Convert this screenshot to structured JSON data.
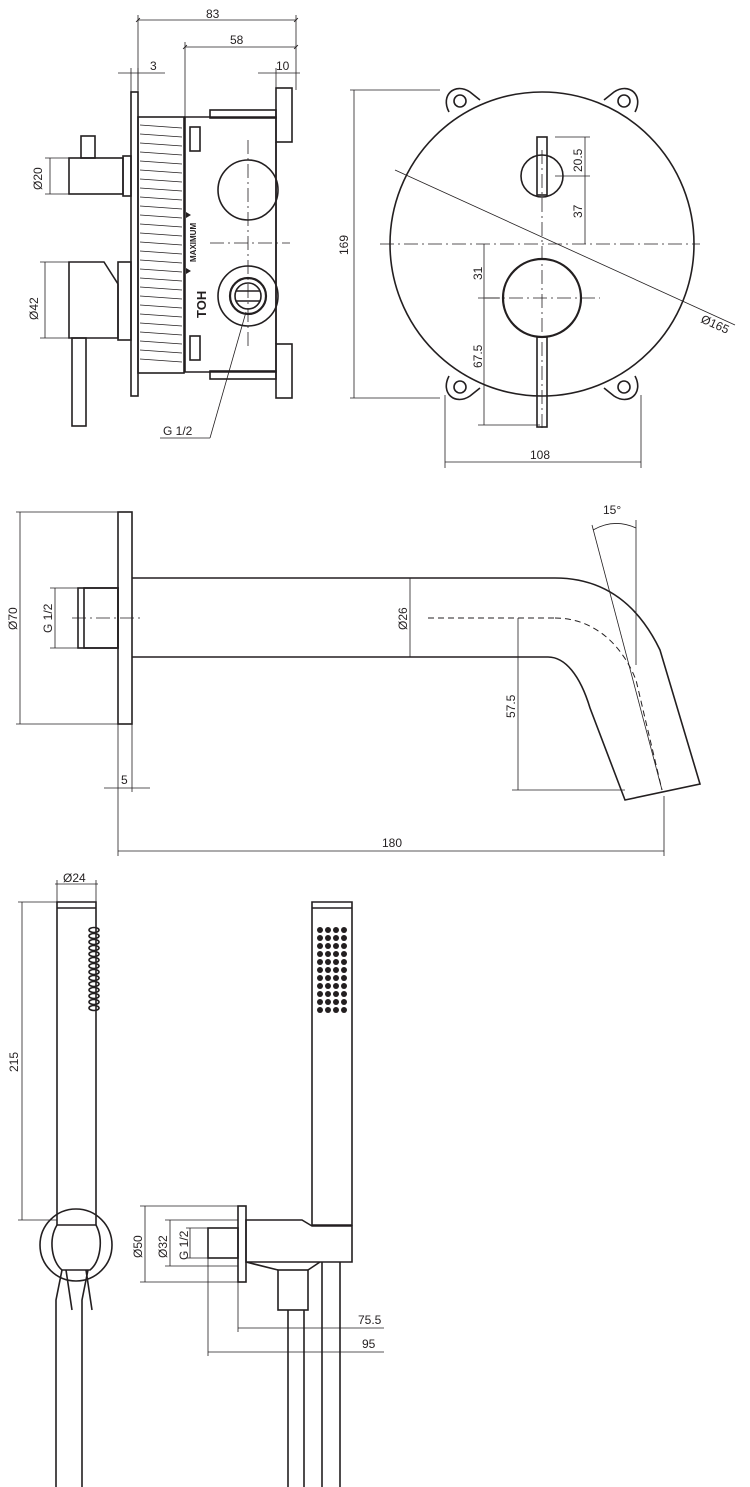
{
  "view_top_left": {
    "dim_overall_depth": "83",
    "dim_body_depth": "58",
    "dim_plate": "3",
    "dim_flange": "10",
    "dim_small_knob": "Ø20",
    "dim_large_knob": "Ø42",
    "dim_thread": "G 1/2",
    "box_label": "TOH",
    "box_marking": "MAXIMUM"
  },
  "view_top_right": {
    "dim_height": "169",
    "dim_diverter_knob": "20.5",
    "dim_upper_offset": "37",
    "dim_lower_offset": "31",
    "dim_lever_length": "67.5",
    "dim_plate_diameter": "Ø165",
    "dim_width": "108"
  },
  "view_spout": {
    "dim_angle": "15°",
    "dim_flange": "Ø70",
    "dim_thread": "G 1/2",
    "dim_pipe": "Ø26",
    "dim_drop": "57.5",
    "dim_plate": "5",
    "dim_length": "180"
  },
  "view_handshower_side": {
    "dim_head": "Ø24",
    "dim_length": "215"
  },
  "view_handshower_front": {
    "dim_outlet_flange": "Ø50",
    "dim_outlet_body": "Ø32",
    "dim_thread": "G 1/2",
    "dim_depth_a": "75.5",
    "dim_depth_b": "95"
  }
}
